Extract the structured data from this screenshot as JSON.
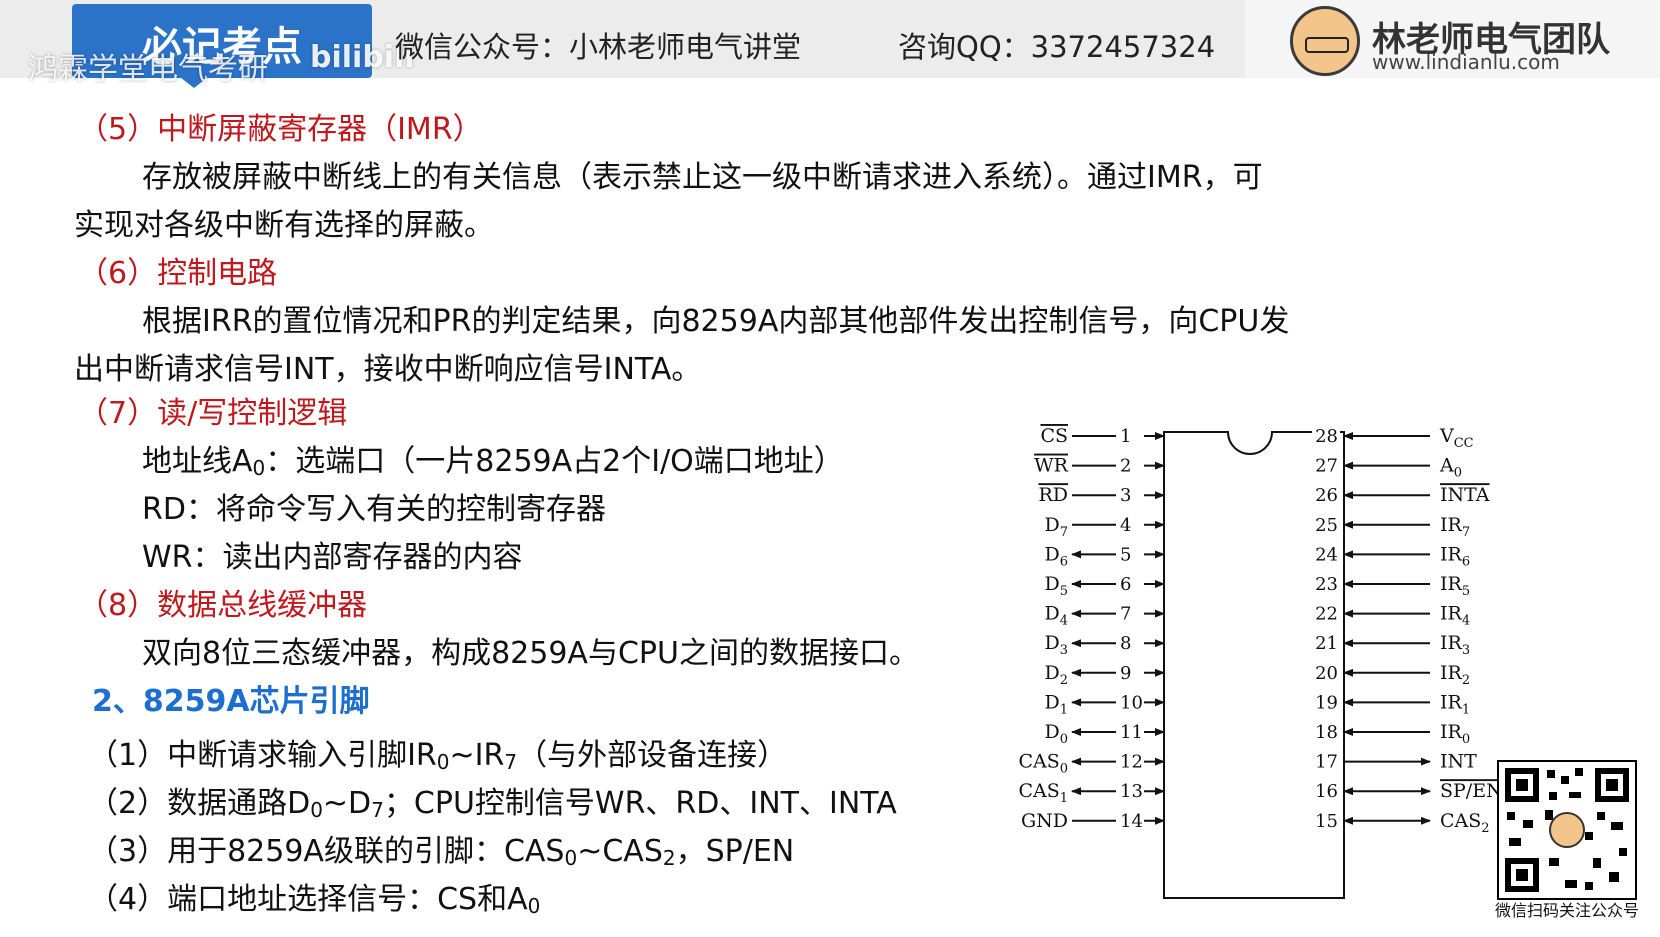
{
  "header": {
    "badge": "必记考点",
    "watermark": "鸿霖学堂电气考研",
    "watermark_logo": "bilibili",
    "wechat": "微信公众号：小林老师电气讲堂",
    "qq": "咨询QQ：3372457324",
    "brand_name": "林老师电气团队",
    "brand_url": "www.lindianlu.com"
  },
  "content": {
    "s5_title": "（5）中断屏蔽寄存器（IMR）",
    "s5_p1": "存放被屏蔽中断线上的有关信息（表示禁止这一级中断请求进入系统）。通过IMR，可",
    "s5_p2": "实现对各级中断有选择的屏蔽。",
    "s6_title": "（6）控制电路",
    "s6_p1": "根据IRR的置位情况和PR的判定结果，向8259A内部其他部件发出控制信号，向CPU发",
    "s6_p2": "出中断请求信号INT，接收中断响应信号INTA。",
    "s7_title": "（7）读/写控制逻辑",
    "s7_a0_pre": "地址线A",
    "s7_a0_sub": "0",
    "s7_a0_post": "：选端口（一片8259A占2个I/O端口地址）",
    "s7_rd": "RD：将命令写入有关的控制寄存器",
    "s7_wr": "WR：读出内部寄存器的内容",
    "s8_title": "（8）数据总线缓冲器",
    "s8_p1": "双向8位三态缓冲器，构成8259A与CPU之间的数据接口。",
    "h2": "2、8259A芯片引脚",
    "p1_pre": "（1）中断请求输入引脚IR",
    "p1_s1": "0",
    "p1_mid": "~IR",
    "p1_s2": "7",
    "p1_post": "（与外部设备连接）",
    "p2_pre": "（2）数据通路D",
    "p2_s1": "0",
    "p2_mid": "~D",
    "p2_s2": "7",
    "p2_post": "；CPU控制信号WR、RD、INT、INTA",
    "p3_pre": "（3）用于8259A级联的引脚：CAS",
    "p3_s1": "0",
    "p3_mid": "~CAS",
    "p3_s2": "2",
    "p3_post": "，SP/EN",
    "p4_pre": "（4）端口地址选择信号：CS和A",
    "p4_s1": "0"
  },
  "chip": {
    "left_pins": [
      {
        "num": "1",
        "name": "CS",
        "sub": "",
        "over": true,
        "dir": "in"
      },
      {
        "num": "2",
        "name": "WR",
        "sub": "",
        "over": true,
        "dir": "in"
      },
      {
        "num": "3",
        "name": "RD",
        "sub": "",
        "over": true,
        "dir": "in"
      },
      {
        "num": "4",
        "name": "D",
        "sub": "7",
        "over": false,
        "dir": "in"
      },
      {
        "num": "5",
        "name": "D",
        "sub": "6",
        "over": false,
        "dir": "bi"
      },
      {
        "num": "6",
        "name": "D",
        "sub": "5",
        "over": false,
        "dir": "bi"
      },
      {
        "num": "7",
        "name": "D",
        "sub": "4",
        "over": false,
        "dir": "bi"
      },
      {
        "num": "8",
        "name": "D",
        "sub": "3",
        "over": false,
        "dir": "bi"
      },
      {
        "num": "9",
        "name": "D",
        "sub": "2",
        "over": false,
        "dir": "bi"
      },
      {
        "num": "10",
        "name": "D",
        "sub": "1",
        "over": false,
        "dir": "bi"
      },
      {
        "num": "11",
        "name": "D",
        "sub": "0",
        "over": false,
        "dir": "bi"
      },
      {
        "num": "12",
        "name": "CAS",
        "sub": "0",
        "over": false,
        "dir": "bi"
      },
      {
        "num": "13",
        "name": "CAS",
        "sub": "1",
        "over": false,
        "dir": "bi"
      },
      {
        "num": "14",
        "name": "GND",
        "sub": "",
        "over": false,
        "dir": "in"
      }
    ],
    "right_pins": [
      {
        "num": "28",
        "name": "V",
        "sub": "CC",
        "over": false,
        "dir": "in"
      },
      {
        "num": "27",
        "name": "A",
        "sub": "0",
        "over": false,
        "dir": "in"
      },
      {
        "num": "26",
        "name": "INTA",
        "sub": "",
        "over": true,
        "dir": "in"
      },
      {
        "num": "25",
        "name": "IR",
        "sub": "7",
        "over": false,
        "dir": "in"
      },
      {
        "num": "24",
        "name": "IR",
        "sub": "6",
        "over": false,
        "dir": "in"
      },
      {
        "num": "23",
        "name": "IR",
        "sub": "5",
        "over": false,
        "dir": "in"
      },
      {
        "num": "22",
        "name": "IR",
        "sub": "4",
        "over": false,
        "dir": "in"
      },
      {
        "num": "21",
        "name": "IR",
        "sub": "3",
        "over": false,
        "dir": "in"
      },
      {
        "num": "20",
        "name": "IR",
        "sub": "2",
        "over": false,
        "dir": "in"
      },
      {
        "num": "19",
        "name": "IR",
        "sub": "1",
        "over": false,
        "dir": "in"
      },
      {
        "num": "18",
        "name": "IR",
        "sub": "0",
        "over": false,
        "dir": "in"
      },
      {
        "num": "17",
        "name": "INT",
        "sub": "",
        "over": false,
        "dir": "out"
      },
      {
        "num": "16",
        "name": "SP/EN",
        "sub": "",
        "over": true,
        "dir": "bi"
      },
      {
        "num": "15",
        "name": "CAS",
        "sub": "2",
        "over": false,
        "dir": "bi"
      }
    ]
  },
  "qr": {
    "caption": "微信扫码关注公众号"
  }
}
